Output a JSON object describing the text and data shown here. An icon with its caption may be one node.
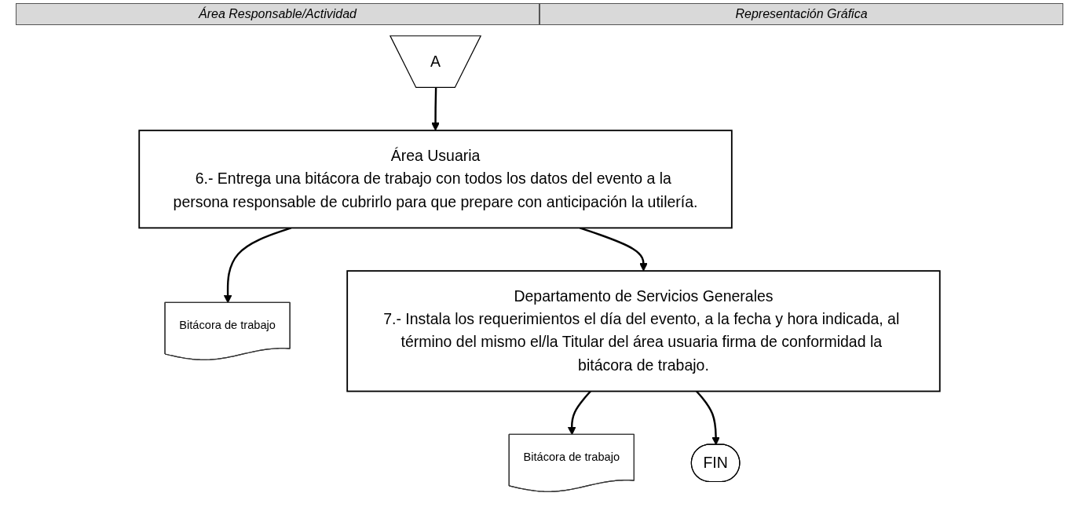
{
  "diagram": {
    "nodes": [
      {
        "text": [
          "A"
        ]
      },
      {
        "text": [
          "Área Usuaria",
          "6.- Entrega una bitácora de trabajo con todos los datos del evento a la persona responsable de cubrirlo para que prepare con anticipación la utilería."
        ]
      },
      {
        "text": [
          "Bitácora de trabajo"
        ]
      },
      {
        "text": [
          "Departamento de Servicios Generales",
          "7.- Instala los requerimientos el día del evento, a la fecha y hora indicada, al término del mismo el/la Titular del área usuaria firma de conformidad la bitácora de trabajo."
        ]
      },
      {
        "text": [
          "Bitácora de trabajo"
        ]
      },
      {
        "text": [
          "FIN"
        ]
      }
    ],
    "edges": [
      {
        "from": 0,
        "to": 1,
        "arrow": "to"
      },
      {
        "from": 1,
        "to": 2,
        "arrow": "to"
      },
      {
        "from": 1,
        "to": 3,
        "arrow": "to"
      },
      {
        "from": 3,
        "to": 4,
        "arrow": "to"
      },
      {
        "from": 3,
        "to": 5,
        "arrow": "to"
      }
    ],
    "labels": [
      "Área Responsable/Actividad",
      "Representación Gráfica"
    ]
  }
}
